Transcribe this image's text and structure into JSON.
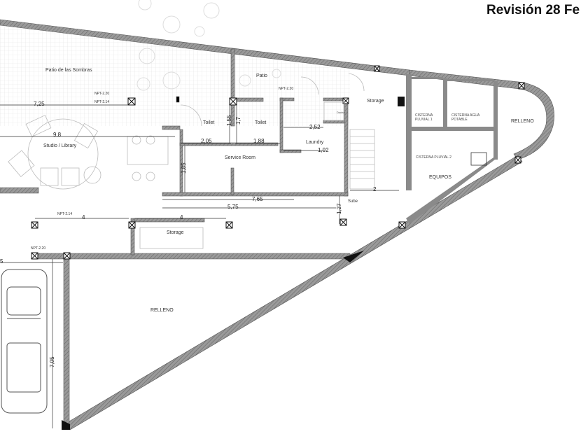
{
  "title": "Revisión 28 Fe",
  "rooms": {
    "patio_sombras": "Patio de las Sombras",
    "patio": "Patio",
    "storage_top": "Storage",
    "toilet_1": "Toilet",
    "toilet_2": "Toilet",
    "studio": "Studio / Library",
    "service": "Service Room",
    "laundry": "Laundry",
    "ducha": "Ducha",
    "cisterna_1": "CISTERNA PLUVIAL 1",
    "cisterna_agua": "CISTERNA AGUA POTABLE",
    "cisterna_2": "CISTERNA PLUVIAL 2",
    "equipos": "EQUIPOS",
    "relleno_right": "RELLENO",
    "relleno_bottom": "RELLENO",
    "storage_bottom": "Storage",
    "sube": "Sube"
  },
  "levels": {
    "npt_1": "NPT-2.20",
    "npt_2": "NPT-2.14",
    "npt_3": "NPT-2.20",
    "npt_4": "NPT-2.14",
    "npt_5": "NPT-2.20"
  },
  "dimensions": {
    "d_725": "7,25",
    "d_98": "9,8",
    "d_205": "2,05",
    "d_188": "1,88",
    "d_155": "1,55",
    "d_17": "1,7",
    "d_185": "1,85",
    "d_252": "2,52",
    "d_192": "1,92",
    "d_765": "7,65",
    "d_575": "5,75",
    "d_2": "2",
    "d_127": "1,27",
    "d_4a": "4",
    "d_4b": "4",
    "d_705": "7,05",
    "d_5": "5"
  },
  "colors": {
    "wall": "#8a8a8a",
    "wall_dark": "#6f6f6f",
    "line": "#555555"
  }
}
